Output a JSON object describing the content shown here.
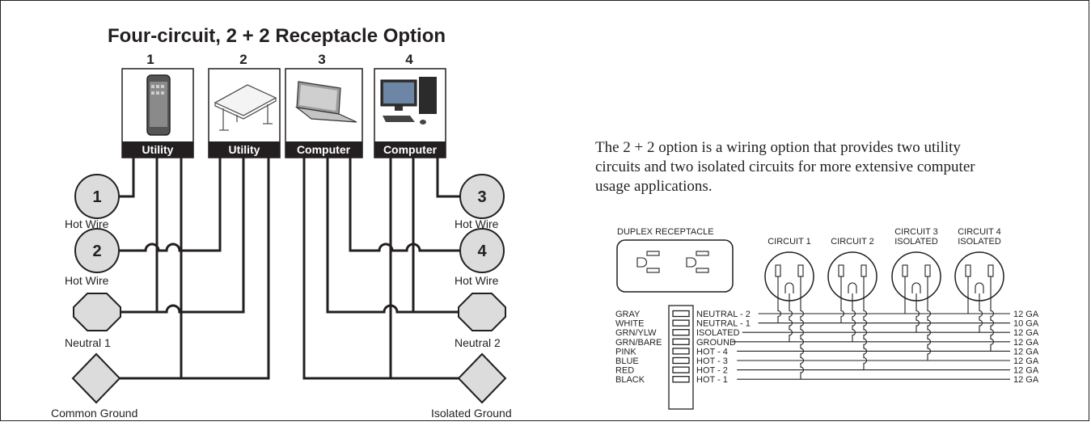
{
  "title": "Four-circuit, 2 + 2 Receptacle Option",
  "columns": [
    {
      "number": "1",
      "tag": "Utility",
      "icon": "phone-icon"
    },
    {
      "number": "2",
      "tag": "Utility",
      "icon": "desk-icon"
    },
    {
      "number": "3",
      "tag": "Computer",
      "icon": "laptop-icon"
    },
    {
      "number": "4",
      "tag": "Computer",
      "icon": "desktop-computer-icon"
    }
  ],
  "left_terminals": {
    "t1": {
      "number": "1",
      "label": "Hot Wire"
    },
    "t2": {
      "number": "2",
      "label": "Hot Wire"
    },
    "neutral": "Neutral 1",
    "ground": "Common Ground"
  },
  "right_terminals": {
    "t3": {
      "number": "3",
      "label": "Hot Wire"
    },
    "t4": {
      "number": "4",
      "label": "Hot Wire"
    },
    "neutral": "Neutral 2",
    "ground": "Isolated Ground"
  },
  "description": [
    "The 2 + 2 option is a wiring option that provides two utility",
    "circuits and two isolated circuits for more extensive computer",
    "usage applications."
  ],
  "schematic": {
    "duplex_label": "DUPLEX RECEPTACLE",
    "circuits": [
      {
        "line1": "",
        "line2": "CIRCUIT 1"
      },
      {
        "line1": "",
        "line2": "CIRCUIT 2"
      },
      {
        "line1": "CIRCUIT 3",
        "line2": "ISOLATED"
      },
      {
        "line1": "CIRCUIT 4",
        "line2": "ISOLATED"
      }
    ],
    "wires": [
      {
        "color": "GRAY",
        "name": "NEUTRAL - 2",
        "gauge": "12 GA"
      },
      {
        "color": "WHITE",
        "name": "NEUTRAL - 1",
        "gauge": "10 GA"
      },
      {
        "color": "GRN/YLW",
        "name": "ISOLATED",
        "gauge": "12 GA"
      },
      {
        "color": "GRN/BARE",
        "name": "GROUND",
        "gauge": "12 GA"
      },
      {
        "color": "PINK",
        "name": "HOT - 4",
        "gauge": "12 GA"
      },
      {
        "color": "BLUE",
        "name": "HOT - 3",
        "gauge": "12 GA"
      },
      {
        "color": "RED",
        "name": "HOT - 2",
        "gauge": "12 GA"
      },
      {
        "color": "BLACK",
        "name": "HOT - 1",
        "gauge": "12 GA"
      }
    ]
  },
  "colors": {
    "ink": "#231f20",
    "terminal_fill": "#dcdcdc"
  }
}
